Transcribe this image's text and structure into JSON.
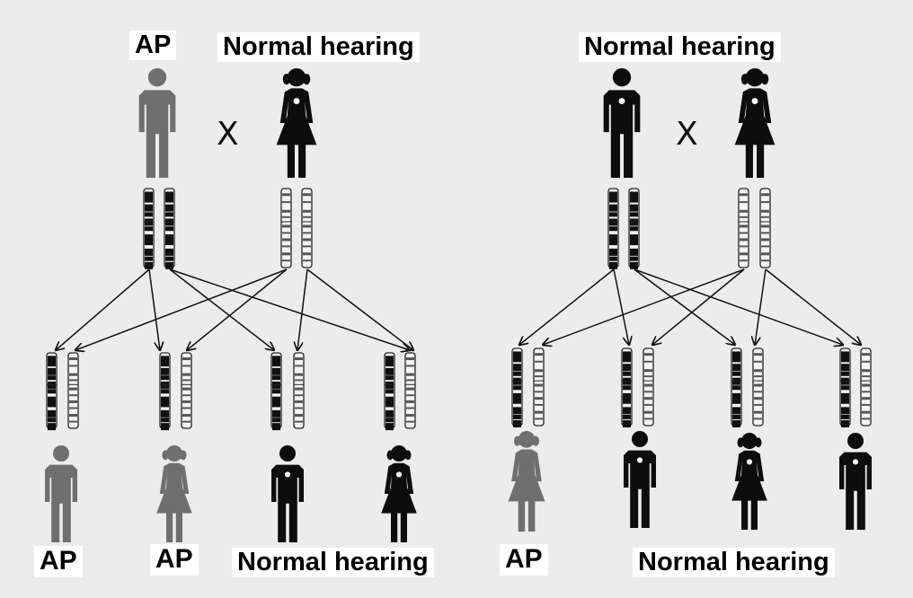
{
  "colors": {
    "affected": "#6f6f6f",
    "normal": "#0d0d0d",
    "background": "#ececec"
  },
  "left_panel": {
    "parent_labels": [
      "AP",
      "Normal hearing"
    ],
    "cross": "X",
    "offspring_labels": [
      "AP",
      "AP",
      "Normal hearing"
    ]
  },
  "right_panel": {
    "parent_labels": [
      "Normal hearing"
    ],
    "cross": "X",
    "offspring_labels": [
      "AP",
      "Normal hearing"
    ]
  }
}
